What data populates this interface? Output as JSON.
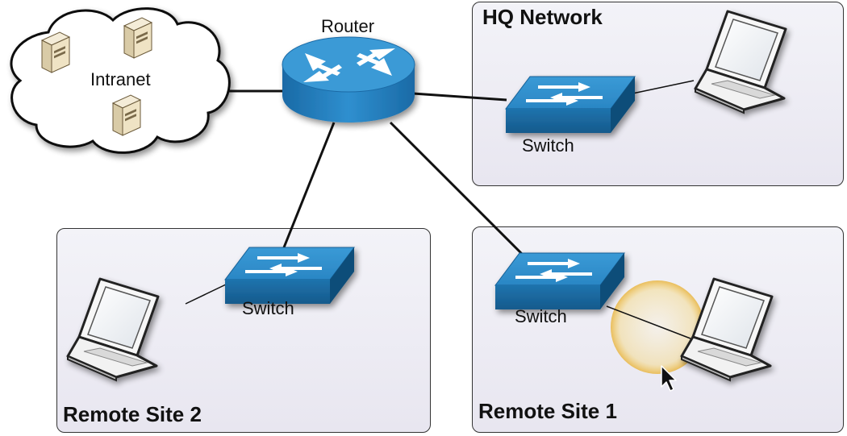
{
  "regions": {
    "hq": {
      "title": "HQ Network"
    },
    "remote1": {
      "title": "Remote Site 1"
    },
    "remote2": {
      "title": "Remote Site 2"
    }
  },
  "labels": {
    "router": "Router",
    "intranet": "Intranet",
    "switch_hq": "Switch",
    "switch_remote1": "Switch",
    "switch_remote2": "Switch"
  },
  "colors": {
    "device_blue": "#2a86c4",
    "device_dark": "#1b5f94",
    "region_bg": "#ecebf3",
    "highlight": "#f2c24d"
  },
  "icons": [
    "cloud-icon",
    "server-icon",
    "router-icon",
    "switch-icon",
    "laptop-icon",
    "cursor-icon"
  ]
}
